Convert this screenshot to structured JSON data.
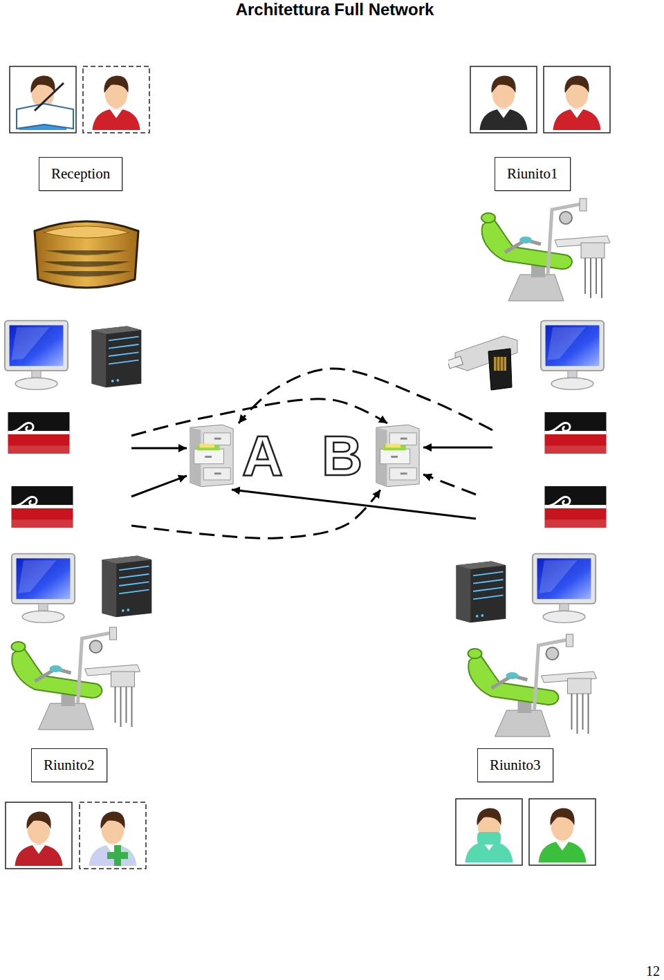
{
  "diagram": {
    "title": "Architettura Full Network",
    "nodes": [
      {
        "text": [
          "Reception"
        ]
      },
      {
        "text": [
          "Riunito1"
        ]
      },
      {
        "text": [
          "A"
        ]
      },
      {
        "text": [
          "B"
        ]
      },
      {
        "text": [
          "Riunito2"
        ]
      },
      {
        "text": [
          "Riunito3"
        ]
      }
    ],
    "edges": [
      {
        "from": 0,
        "to": 2,
        "arrow": "to"
      },
      {
        "from": 0,
        "to": 3,
        "arrow": "to"
      },
      {
        "from": 1,
        "to": 3,
        "arrow": "to"
      },
      {
        "from": 1,
        "to": 2,
        "arrow": "to"
      },
      {
        "from": 4,
        "to": 2,
        "arrow": "to"
      },
      {
        "from": 4,
        "to": 3,
        "arrow": "to"
      },
      {
        "from": 5,
        "to": 3,
        "arrow": "to"
      },
      {
        "from": 5,
        "to": 2,
        "arrow": "to"
      }
    ],
    "labels": [
      "12"
    ]
  }
}
